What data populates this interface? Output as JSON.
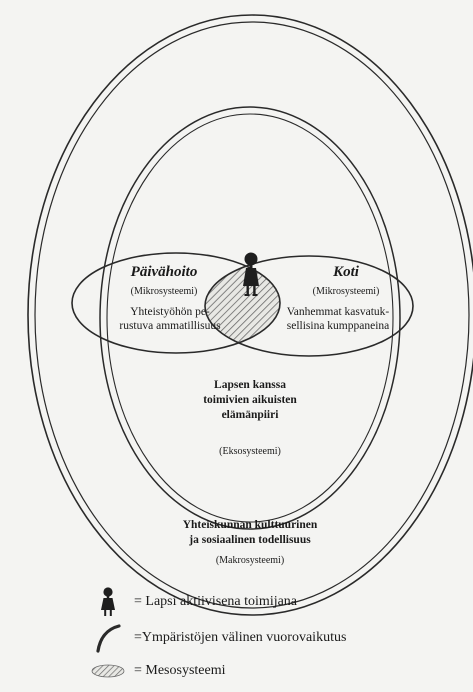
{
  "microsystems": {
    "daycare": {
      "title": "Päivähoito",
      "subtitle": "(Mikrosysteemi)",
      "line1": "Yhteistyöhön pe-",
      "line2": "rustuva ammatillisuus"
    },
    "home": {
      "title": "Koti",
      "subtitle": "(Mikrosysteemi)",
      "line1": "Vanhemmat kasvatuk-",
      "line2": "sellisina kumppaneina"
    }
  },
  "exosystem": {
    "line1": "Lapsen kanssa",
    "line2": "toimivien aikuisten",
    "line3": "elämänpiiri",
    "label": "(Eksosysteemi)"
  },
  "macrosystem": {
    "line1": "Yhteiskunnan kulttuurinen",
    "line2": "ja sosiaalinen todellisuus",
    "label": "(Makrosysteemi)"
  },
  "legend": [
    {
      "icon": "child-figure-icon",
      "text": "= Lapsi aktiivisena toimijana"
    },
    {
      "icon": "curved-stroke-icon",
      "text": "=Ympäristöjen välinen vuorovaikutus"
    },
    {
      "icon": "hatched-oval-icon",
      "text": "= Mesosysteemi"
    }
  ],
  "colors": {
    "line": "#2a2a2a",
    "hatch": "#6a6a6a",
    "figure": "#1e1e1e",
    "background": "#f4f4f2"
  }
}
